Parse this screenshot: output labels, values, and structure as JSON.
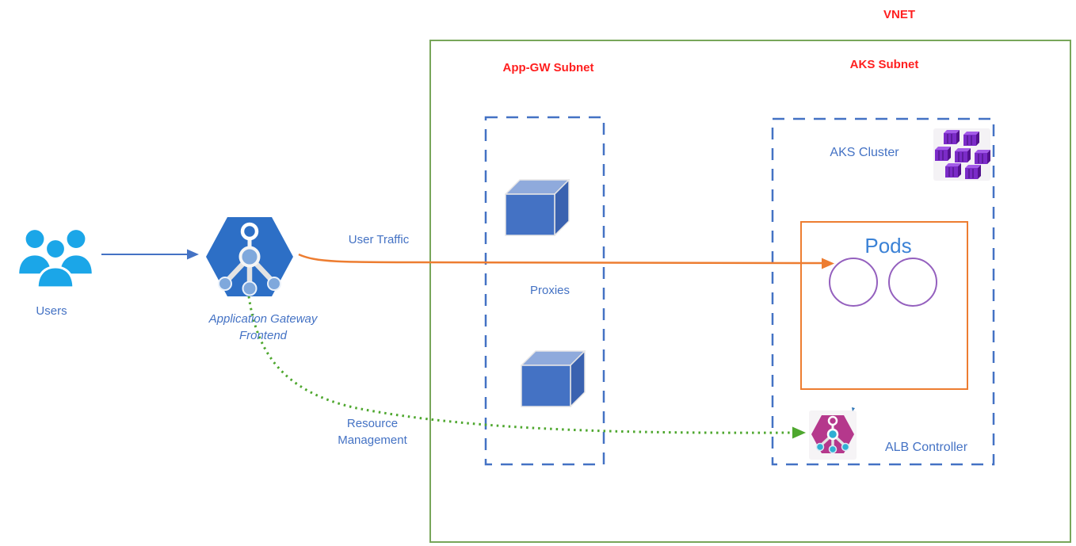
{
  "colors": {
    "accent-blue": "#4472C4",
    "text-blue": "#4472C4",
    "pods-blue": "#3B82D6",
    "label-red": "#FF1F1F",
    "vnet-green": "#78A65A",
    "arrow-green": "#4EA72E",
    "arrow-orange": "#ED7D31",
    "users-cyan": "#1BA6E8",
    "pod-purple": "#9460BE",
    "gateway-blue": "#2D6FC6",
    "node-light-blue": "#7FA8DC",
    "cube-front": "#4472C4",
    "cube-top": "#8FAADC",
    "cube-side": "#3A62B0",
    "aks-purple": "#7B2BC8",
    "aks-purple-light": "#A35BE8",
    "aks-purple-dark": "#54128F",
    "alb-magenta": "#B5388C",
    "alb-cyan": "#2FAFD3"
  },
  "vnet": {
    "label": "VNET"
  },
  "subnets": {
    "appgw_label": "App-GW Subnet",
    "aks_label": "AKS Subnet"
  },
  "nodes": {
    "users_label": "Users",
    "app_gateway_label": "Application Gateway Frontend",
    "proxies_label": "Proxies",
    "aks_cluster_label": "AKS Cluster",
    "pods_label": "Pods",
    "alb_label": "ALB Controller"
  },
  "flows": {
    "user_traffic_label": "User Traffic",
    "resource_management_label": "Resource Management"
  }
}
